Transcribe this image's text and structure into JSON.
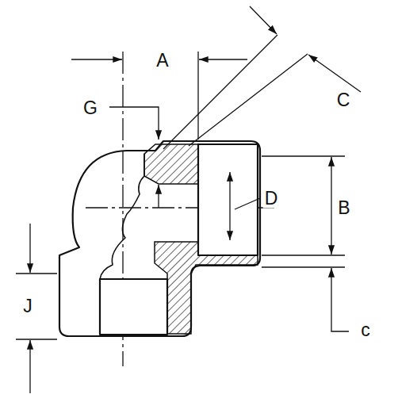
{
  "diagram": {
    "labels": [
      "A",
      "G",
      "C",
      "D",
      "B",
      "J",
      "c"
    ]
  }
}
